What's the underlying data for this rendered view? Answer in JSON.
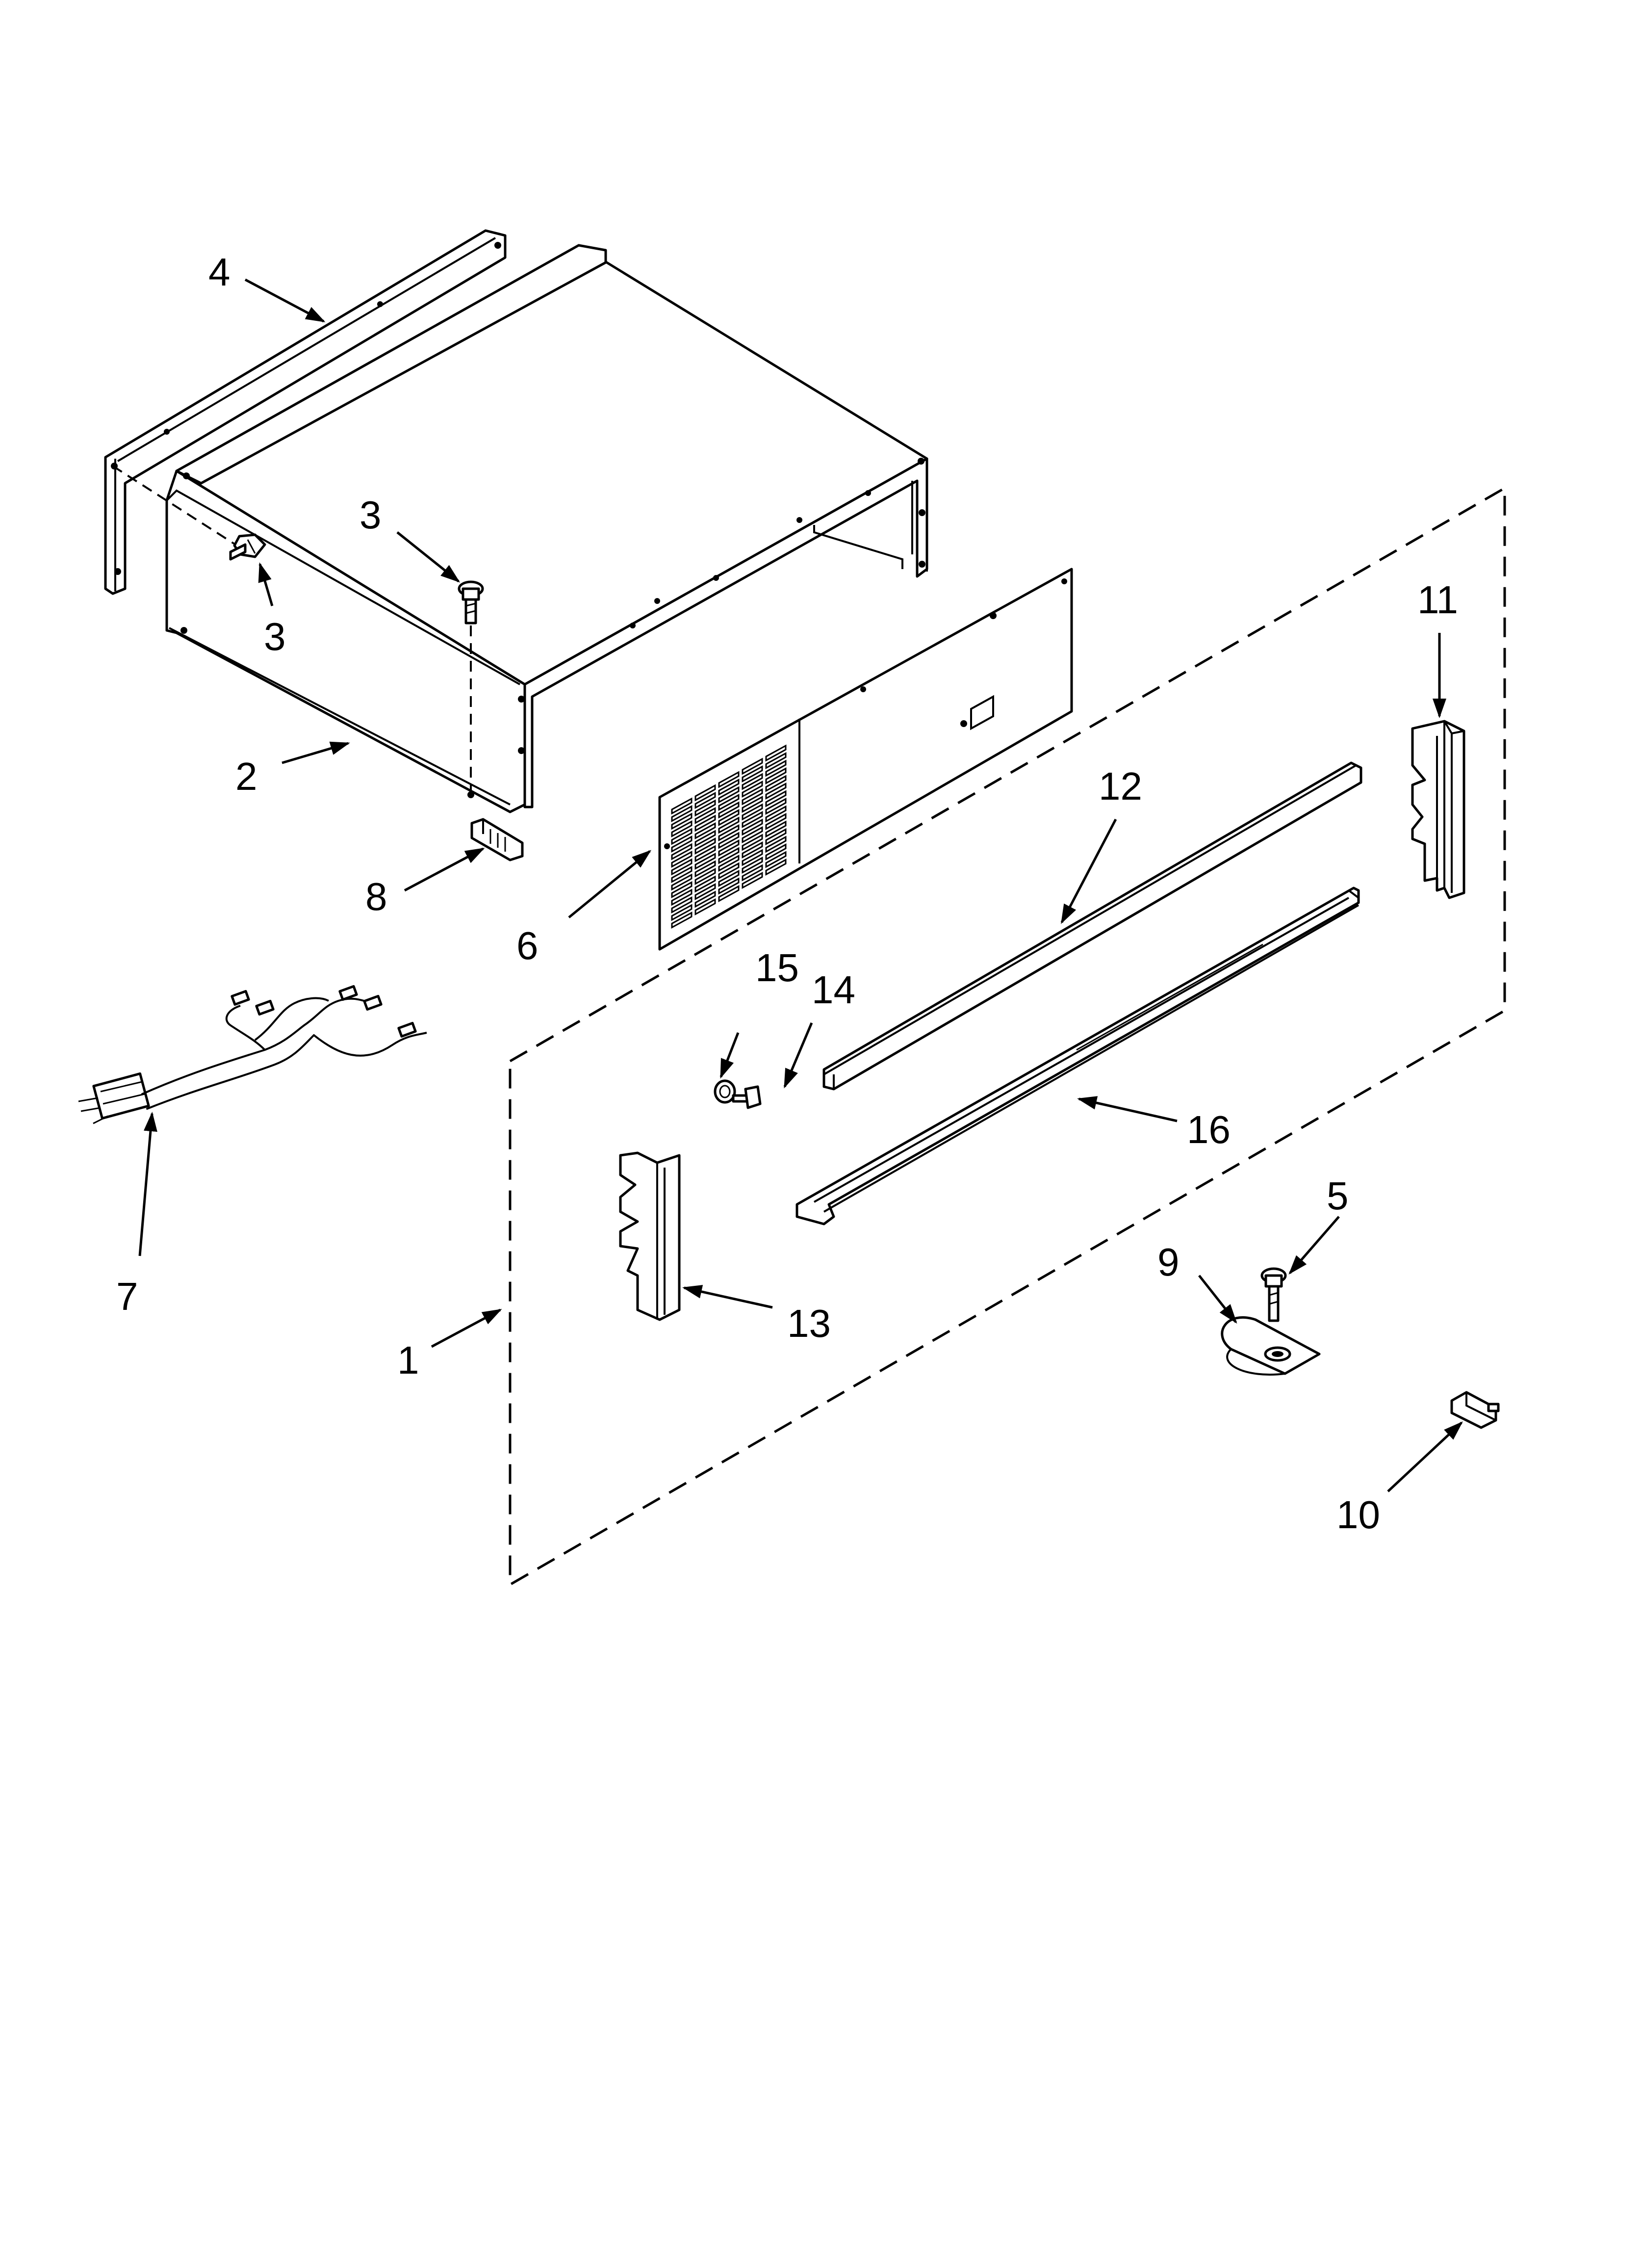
{
  "diagram": {
    "callouts": [
      {
        "id": "c1",
        "label": "1"
      },
      {
        "id": "c2",
        "label": "2"
      },
      {
        "id": "c3a",
        "label": "3"
      },
      {
        "id": "c3b",
        "label": "3"
      },
      {
        "id": "c4",
        "label": "4"
      },
      {
        "id": "c5",
        "label": "5"
      },
      {
        "id": "c6",
        "label": "6"
      },
      {
        "id": "c7",
        "label": "7"
      },
      {
        "id": "c8",
        "label": "8"
      },
      {
        "id": "c9",
        "label": "9"
      },
      {
        "id": "c10",
        "label": "10"
      },
      {
        "id": "c11",
        "label": "11"
      },
      {
        "id": "c12",
        "label": "12"
      },
      {
        "id": "c13",
        "label": "13"
      },
      {
        "id": "c14",
        "label": "14"
      },
      {
        "id": "c15",
        "label": "15"
      },
      {
        "id": "c16",
        "label": "16"
      }
    ]
  }
}
